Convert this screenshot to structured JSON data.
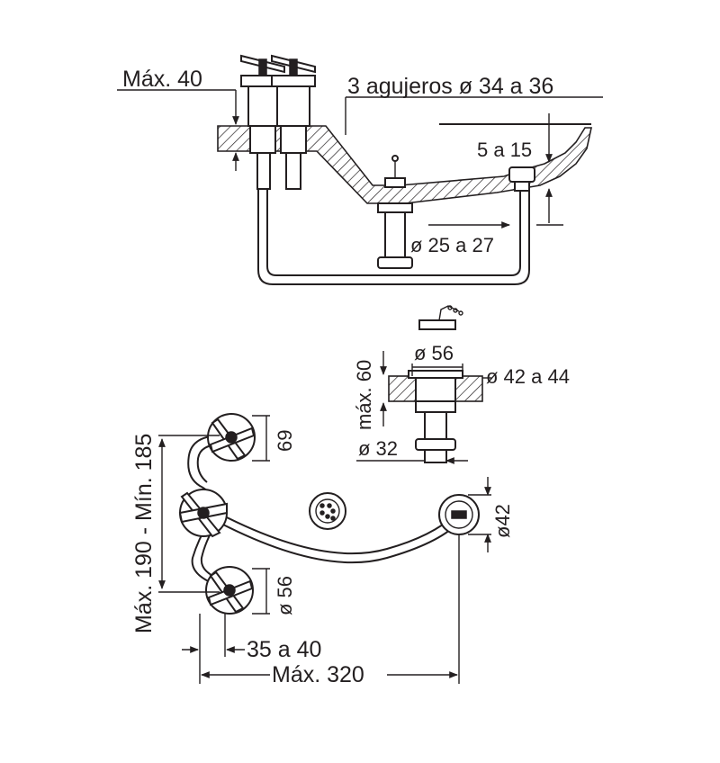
{
  "labels": {
    "max_40": "Máx. 40",
    "holes": "3 agujeros ø 34 a 36",
    "range_5_15": "5 a 15",
    "diam_25_27": "ø 25 a 27",
    "diam_56_top": "ø 56",
    "max_60": "máx. 60",
    "diam_42_44": "ø 42 a 44",
    "diam_32": "ø 32",
    "max_190_min_185": "Máx. 190 - Mín. 185",
    "dim_69": "69",
    "diam_56_side": "ø 56",
    "diam_42": "ø42",
    "range_35_40": "35 a 40",
    "max_320": "Máx. 320"
  }
}
